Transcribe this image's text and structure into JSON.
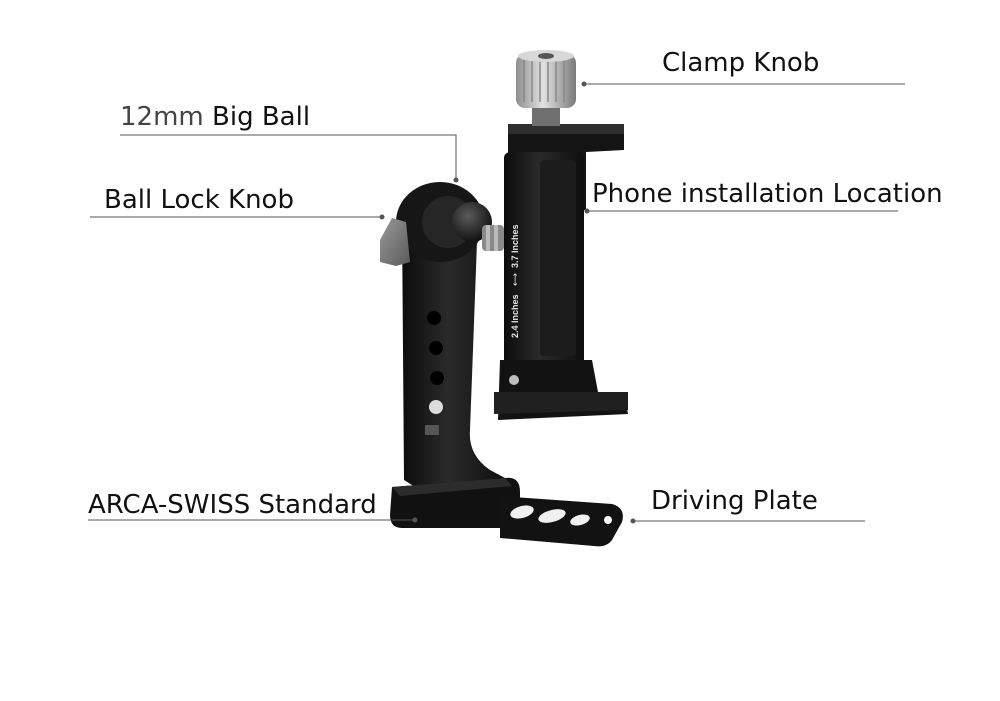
{
  "labels": {
    "clamp_knob": "Clamp Knob",
    "big_ball_size": "12mm",
    "big_ball_text": "Big Ball",
    "ball_lock_knob": "Ball Lock Knob",
    "phone_location": "Phone installation Location",
    "arca_swiss": "ARCA-SWISS Standard",
    "driving_plate": "Driving Plate"
  },
  "engraving": {
    "min": "2.4 Inches",
    "max": "3.7 Inches"
  },
  "colors": {
    "metal": "#151515",
    "metal_highlight": "#3a3a3a",
    "knob_silver": "#b8b8b8",
    "leader_line": "#555555"
  }
}
